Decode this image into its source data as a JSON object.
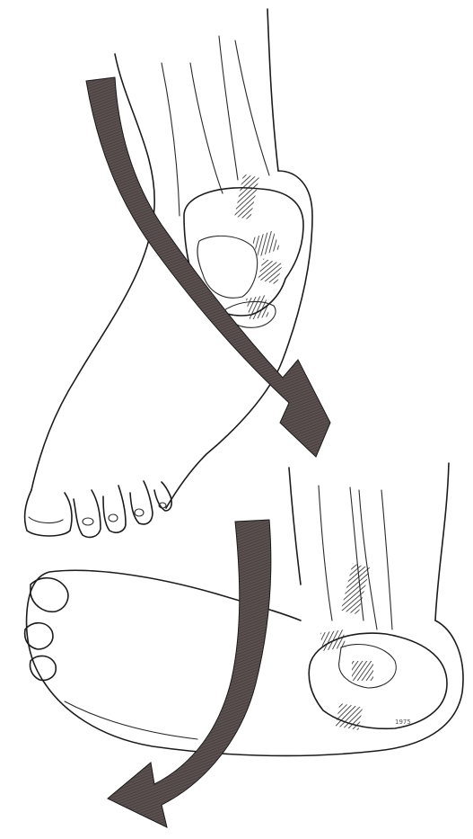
{
  "figure": {
    "panels": [
      {
        "id": "upper",
        "view": "foot-front"
      },
      {
        "id": "lower",
        "view": "foot-side"
      }
    ],
    "arrows": [
      {
        "panel": "upper",
        "direction": "down-right"
      },
      {
        "panel": "lower",
        "direction": "down-left"
      }
    ],
    "signature": "1975"
  },
  "colors": {
    "background": "#ffffff",
    "ink": "#1c1c1c",
    "arrow_fill": "#5a5050"
  }
}
